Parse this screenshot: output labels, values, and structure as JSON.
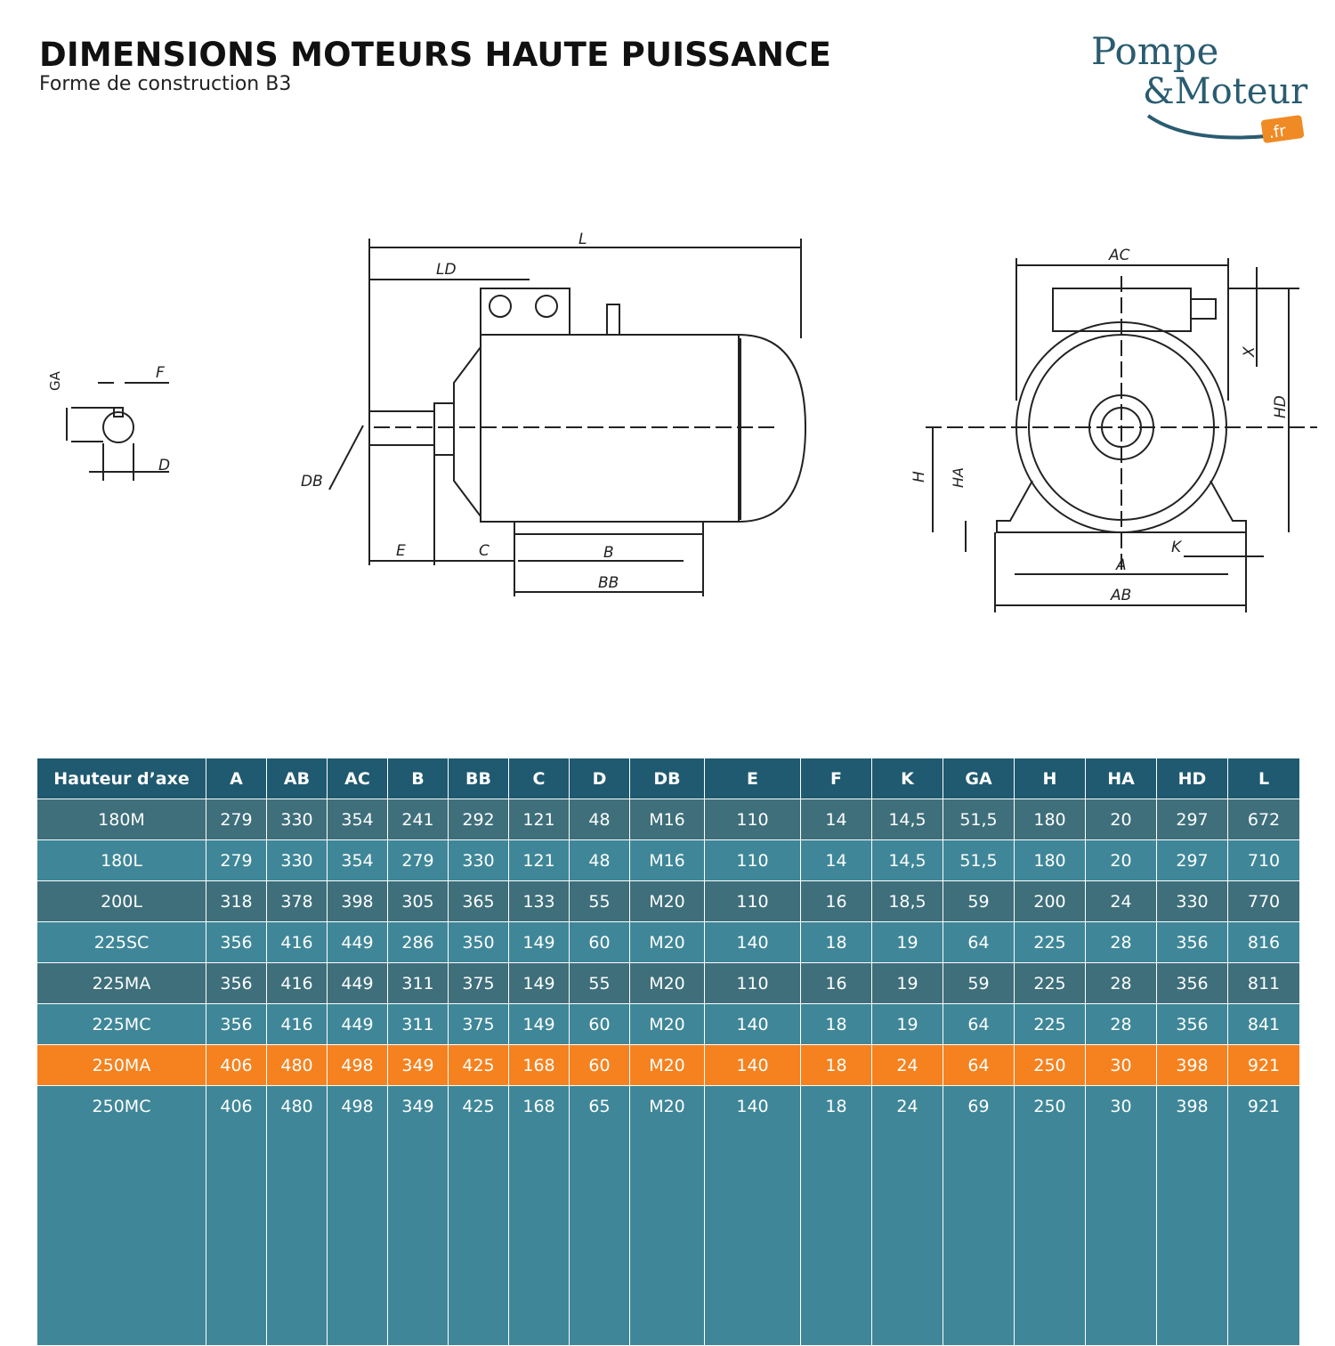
{
  "header": {
    "title": "DIMENSIONS MOTEURS HAUTE PUISSANCE",
    "subtitle": "Forme de construction B3"
  },
  "logo": {
    "line1": "Pompe",
    "line2": "&Moteur",
    "badge": ".fr"
  },
  "drawing_labels": {
    "ga": "GA",
    "f": "F",
    "d": "D",
    "db": "DB",
    "l": "L",
    "ld": "LD",
    "e": "E",
    "c": "C",
    "b": "B",
    "bb": "BB",
    "ac": "AC",
    "x": "X",
    "hd": "HD",
    "h": "H",
    "ha": "HA",
    "k": "K",
    "a": "A",
    "ab": "AB"
  },
  "colors": {
    "header_bg": "#1f5a70",
    "row_dark": "#3e6f7b",
    "row_light": "#3f8798",
    "highlight": "#f5821f",
    "logo_blue": "#2a5c70",
    "logo_orange": "#f08a24"
  },
  "table": {
    "columns": [
      "Hauteur d’axe",
      "A",
      "AB",
      "AC",
      "B",
      "BB",
      "C",
      "D",
      "DB",
      "E",
      "F",
      "K",
      "GA",
      "H",
      "HA",
      "HD",
      "L"
    ],
    "rows": [
      [
        "180M",
        "279",
        "330",
        "354",
        "241",
        "292",
        "121",
        "48",
        "M16",
        "110",
        "14",
        "14,5",
        "51,5",
        "180",
        "20",
        "297",
        "672"
      ],
      [
        "180L",
        "279",
        "330",
        "354",
        "279",
        "330",
        "121",
        "48",
        "M16",
        "110",
        "14",
        "14,5",
        "51,5",
        "180",
        "20",
        "297",
        "710"
      ],
      [
        "200L",
        "318",
        "378",
        "398",
        "305",
        "365",
        "133",
        "55",
        "M20",
        "110",
        "16",
        "18,5",
        "59",
        "200",
        "24",
        "330",
        "770"
      ],
      [
        "225SC",
        "356",
        "416",
        "449",
        "286",
        "350",
        "149",
        "60",
        "M20",
        "140",
        "18",
        "19",
        "64",
        "225",
        "28",
        "356",
        "816"
      ],
      [
        "225MA",
        "356",
        "416",
        "449",
        "311",
        "375",
        "149",
        "55",
        "M20",
        "110",
        "16",
        "19",
        "59",
        "225",
        "28",
        "356",
        "811"
      ],
      [
        "225MC",
        "356",
        "416",
        "449",
        "311",
        "375",
        "149",
        "60",
        "M20",
        "140",
        "18",
        "19",
        "64",
        "225",
        "28",
        "356",
        "841"
      ],
      [
        "250MA",
        "406",
        "480",
        "498",
        "349",
        "425",
        "168",
        "60",
        "M20",
        "140",
        "18",
        "24",
        "64",
        "250",
        "30",
        "398",
        "921"
      ],
      [
        "250MC",
        "406",
        "480",
        "498",
        "349",
        "425",
        "168",
        "65",
        "M20",
        "140",
        "18",
        "24",
        "69",
        "250",
        "30",
        "398",
        "921"
      ]
    ],
    "highlighted_row": "250MA"
  }
}
